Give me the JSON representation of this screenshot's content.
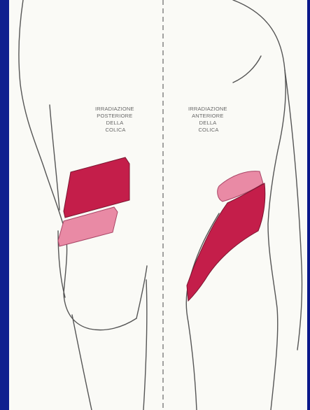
{
  "posterior_caption": [
    "IRRADIAZIONE",
    "POSTERIORE",
    "DELLA",
    "COLICA"
  ],
  "anterior_caption": [
    "IRRADIAZIONE",
    "ANTERIORE",
    "DELLA",
    "COLICA"
  ],
  "colors": {
    "background": "#0c1a8c",
    "primary_zone": "#c41e4a",
    "secondary_zone": "#e98aa5",
    "outline": "#555555",
    "paper": "#fafaf6"
  }
}
